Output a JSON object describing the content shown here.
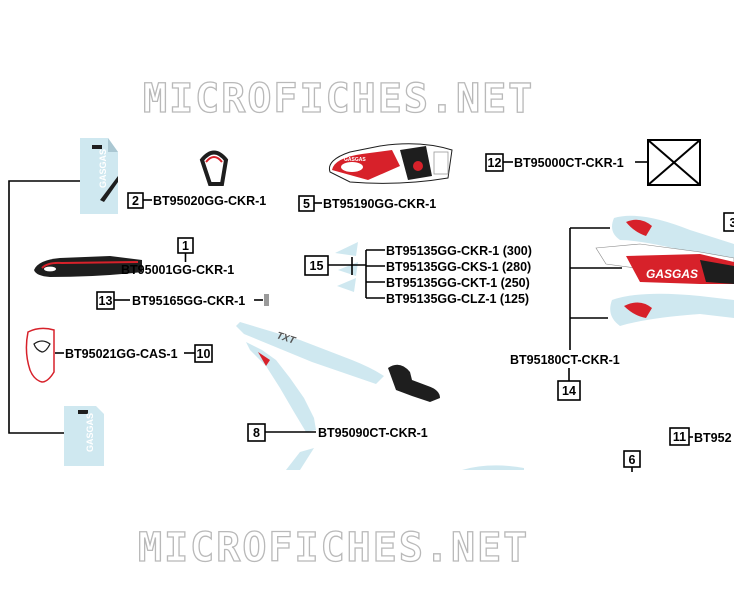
{
  "watermark": "MICROFICHES.NET",
  "brand_text": "GASGAS",
  "sticker_text": "TXT",
  "colors": {
    "red": "#d7212a",
    "light_blue": "#cfe8f0",
    "dark": "#1e1e1e",
    "gray": "#8a8a8a"
  },
  "callouts": [
    {
      "num": "1",
      "part": "BT95001GG-CKR-1"
    },
    {
      "num": "2",
      "part": "BT95020GG-CKR-1"
    },
    {
      "num": "3",
      "part": ""
    },
    {
      "num": "5",
      "part": "BT95190GG-CKR-1"
    },
    {
      "num": "6",
      "part": ""
    },
    {
      "num": "8",
      "part": "BT95090CT-CKR-1"
    },
    {
      "num": "10",
      "part": "BT95021GG-CAS-1"
    },
    {
      "num": "11",
      "part": "BT952"
    },
    {
      "num": "12",
      "part": "BT95000CT-CKR-1"
    },
    {
      "num": "13",
      "part": "BT95165GG-CKR-1"
    },
    {
      "num": "14",
      "part": "BT95180CT-CKR-1"
    },
    {
      "num": "15",
      "part": ""
    }
  ],
  "group15": [
    "BT95135GG-CKR-1 (300)",
    "BT95135GG-CKS-1 (280)",
    "BT95135GG-CKT-1 (250)",
    "BT95135GG-CLZ-1  (125)"
  ]
}
